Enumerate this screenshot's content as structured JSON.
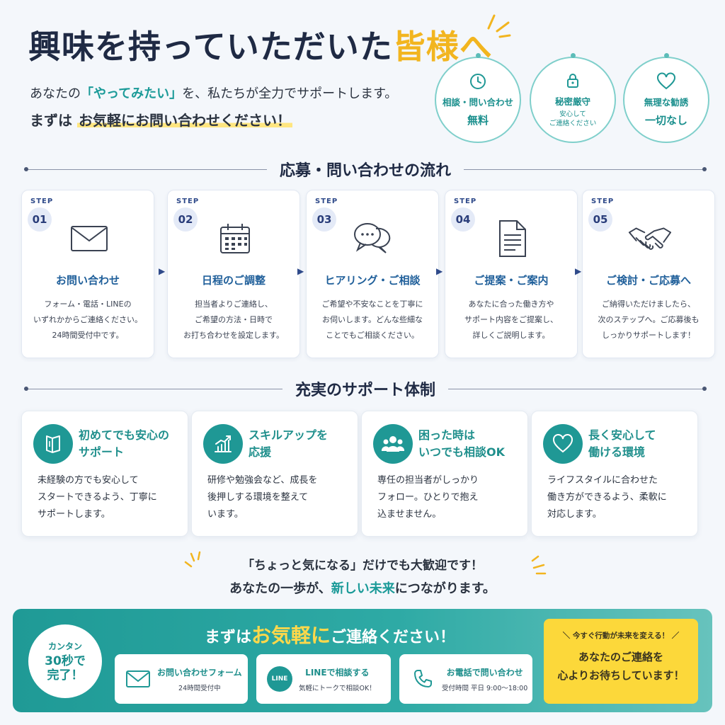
{
  "header": {
    "title_main": "興味を持っていただいた",
    "title_accent": "皆様へ",
    "lead1_pre": "あなたの",
    "lead1_highlight": "「やってみたい」",
    "lead1_post": "を、私たちが全力でサポートします。",
    "lead2_pre": "まずは",
    "lead2_marker": "お気軽にお問い合わせください！"
  },
  "badges": [
    {
      "icon": "clock-icon",
      "label": "相談・問い合わせ",
      "value": "無料"
    },
    {
      "icon": "lock-icon",
      "label": "秘密厳守",
      "small_1": "安心して",
      "small_2": "ご連絡ください"
    },
    {
      "icon": "heart-icon",
      "label": "無理な勧誘",
      "value": "一切なし"
    }
  ],
  "flow": {
    "heading": "応募・問い合わせの流れ",
    "step_tag": "STEP",
    "steps": [
      {
        "num": "01",
        "icon": "envelope-icon",
        "title": "お問い合わせ",
        "desc": [
          "フォーム・電話・LINEの",
          "いずれかからご連絡ください。",
          "24時間受付中です。"
        ]
      },
      {
        "num": "02",
        "icon": "calendar-icon",
        "title": "日程のご調整",
        "desc": [
          "担当者よりご連絡し、",
          "ご希望の方法・日時で",
          "お打ち合わせを設定します。"
        ]
      },
      {
        "num": "03",
        "icon": "chat-bubbles-icon",
        "title": "ヒアリング・ご相談",
        "desc": [
          "ご希望や不安なことを丁寧に",
          "お伺いします。どんな些細な",
          "ことでもご相談ください。"
        ]
      },
      {
        "num": "04",
        "icon": "document-icon",
        "title": "ご提案・ご案内",
        "desc": [
          "あなたに合った働き方や",
          "サポート内容をご提案し、",
          "詳しくご説明します。"
        ]
      },
      {
        "num": "05",
        "icon": "handshake-icon",
        "title": "ご検討・ご応募へ",
        "desc": [
          "ご納得いただけましたら、",
          "次のステップへ。ご応募後も",
          "しっかりサポートします！"
        ]
      }
    ]
  },
  "support": {
    "heading": "充実のサポート体制",
    "cards": [
      {
        "icon": "book-icon",
        "title": [
          "初めてでも安心の",
          "サポート"
        ],
        "desc": [
          "未経験の方でも安心して",
          "スタートできるよう、丁寧に",
          "サポートします。"
        ]
      },
      {
        "icon": "growth-chart-icon",
        "title": [
          "スキルアップを",
          "応援"
        ],
        "desc": [
          "研修や勉強会など、成長を",
          "後押しする環境を整えて",
          "います。"
        ]
      },
      {
        "icon": "people-icon",
        "title": [
          "困った時は",
          "いつでも相談OK"
        ],
        "desc": [
          "専任の担当者がしっかり",
          "フォロー。ひとりで抱え",
          "込ませません。"
        ]
      },
      {
        "icon": "heart-icon",
        "title": [
          "長く安心して",
          "働ける環境"
        ],
        "desc": [
          "ライフスタイルに合わせた",
          "働き方ができるよう、柔軟に",
          "対応します。"
        ]
      }
    ]
  },
  "message": {
    "line1": "「ちょっと気になる」だけでも大歓迎です！",
    "line2_pre": "あなたの一歩が、",
    "line2_highlight": "新しい未来",
    "line2_post": "につながります。"
  },
  "cta": {
    "circle_1": "カンタン",
    "circle_2": "30秒で",
    "circle_3": "完了！",
    "head_pre": "まずは",
    "head_accent": "お気軽に",
    "head_post": "ご連絡ください！",
    "buttons": [
      {
        "icon": "envelope-icon",
        "title": "お問い合わせフォーム",
        "sub": "24時間受付中"
      },
      {
        "icon": "line-logo-icon",
        "logo_text": "LINE",
        "title": "LINEで相談する",
        "sub": "気軽にトークで相談OK！"
      },
      {
        "icon": "phone-icon",
        "title": "お電話で問い合わせ",
        "sub": "受付時間 平日 9:00〜18:00"
      }
    ],
    "yellow_top": "＼ 今すぐ行動が未来を変える！ ／",
    "yellow_main_1": "あなたのご連絡を",
    "yellow_main_2": "心よりお待ちしています！"
  },
  "colors": {
    "teal": "#1f9895",
    "navy": "#1f2a44",
    "yellow": "#fcd83a",
    "accent_gold": "#f2b51f"
  }
}
